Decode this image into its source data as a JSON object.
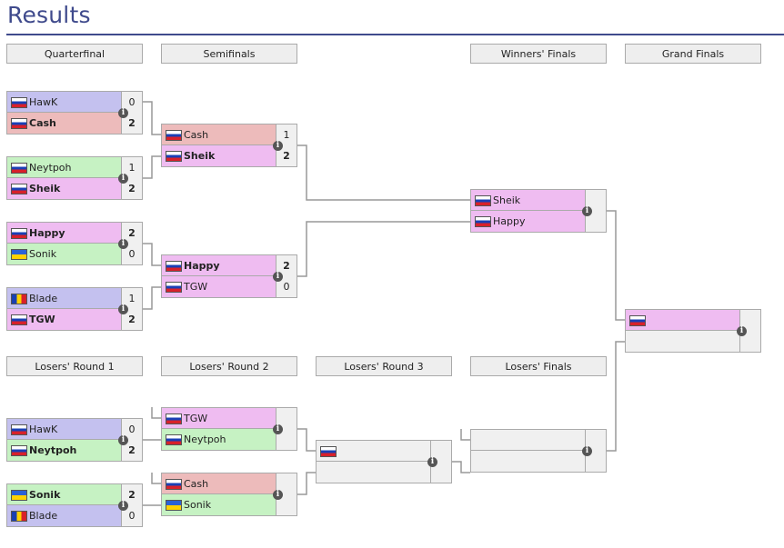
{
  "page": {
    "title": "Results"
  },
  "colors": {
    "purple": "#c4c1ef",
    "red": "#edbbbb",
    "green": "#c6f2c3",
    "pink": "#efbcf1",
    "empty": "#f0f0f0",
    "accent": "#3f4a8c"
  },
  "rounds": {
    "quarterfinal": "Quarterfinal",
    "semifinals": "Semifinals",
    "winners_finals": "Winners' Finals",
    "grand_finals": "Grand Finals",
    "losers_round_1": "Losers' Round 1",
    "losers_round_2": "Losers' Round 2",
    "losers_round_3": "Losers' Round 3",
    "losers_finals": "Losers' Finals"
  },
  "info_icon": {
    "glyph": "i",
    "icon": "info-icon"
  },
  "matches": {
    "qf1": {
      "p1": {
        "name": "HawK",
        "score": "0",
        "flag": "ru",
        "color": "purple",
        "win": false
      },
      "p2": {
        "name": "Cash",
        "score": "2",
        "flag": "ru",
        "color": "red",
        "win": true
      }
    },
    "qf2": {
      "p1": {
        "name": "Neytpoh",
        "score": "1",
        "flag": "ru",
        "color": "green",
        "win": false
      },
      "p2": {
        "name": "Sheik",
        "score": "2",
        "flag": "ru",
        "color": "pink",
        "win": true
      }
    },
    "qf3": {
      "p1": {
        "name": "Happy",
        "score": "2",
        "flag": "ru",
        "color": "pink",
        "win": true
      },
      "p2": {
        "name": "Sonik",
        "score": "0",
        "flag": "ua",
        "color": "green",
        "win": false
      }
    },
    "qf4": {
      "p1": {
        "name": "Blade",
        "score": "1",
        "flag": "md",
        "color": "purple",
        "win": false
      },
      "p2": {
        "name": "TGW",
        "score": "2",
        "flag": "ru",
        "color": "pink",
        "win": true
      }
    },
    "sf1": {
      "p1": {
        "name": "Cash",
        "score": "1",
        "flag": "ru",
        "color": "red",
        "win": false
      },
      "p2": {
        "name": "Sheik",
        "score": "2",
        "flag": "ru",
        "color": "pink",
        "win": true
      }
    },
    "sf2": {
      "p1": {
        "name": "Happy",
        "score": "2",
        "flag": "ru",
        "color": "pink",
        "win": true
      },
      "p2": {
        "name": "TGW",
        "score": "0",
        "flag": "ru",
        "color": "pink",
        "win": false
      }
    },
    "wf": {
      "p1": {
        "name": "Sheik",
        "score": "",
        "flag": "ru",
        "color": "pink",
        "win": false
      },
      "p2": {
        "name": "Happy",
        "score": "",
        "flag": "ru",
        "color": "pink",
        "win": false
      }
    },
    "gf": {
      "p1": {
        "name": "",
        "score": "",
        "flag": "ru",
        "color": "pink",
        "win": false
      },
      "p2": {
        "name": "",
        "score": "",
        "flag": "",
        "color": "empty",
        "win": false
      }
    },
    "lr1a": {
      "p1": {
        "name": "HawK",
        "score": "0",
        "flag": "ru",
        "color": "purple",
        "win": false
      },
      "p2": {
        "name": "Neytpoh",
        "score": "2",
        "flag": "ru",
        "color": "green",
        "win": true
      }
    },
    "lr1b": {
      "p1": {
        "name": "Sonik",
        "score": "2",
        "flag": "ua",
        "color": "green",
        "win": true
      },
      "p2": {
        "name": "Blade",
        "score": "0",
        "flag": "md",
        "color": "purple",
        "win": false
      }
    },
    "lr2a": {
      "p1": {
        "name": "TGW",
        "score": "",
        "flag": "ru",
        "color": "pink",
        "win": false
      },
      "p2": {
        "name": "Neytpoh",
        "score": "",
        "flag": "ru",
        "color": "green",
        "win": false
      }
    },
    "lr2b": {
      "p1": {
        "name": "Cash",
        "score": "",
        "flag": "ru",
        "color": "red",
        "win": false
      },
      "p2": {
        "name": "Sonik",
        "score": "",
        "flag": "ua",
        "color": "green",
        "win": false
      }
    },
    "lr3": {
      "p1": {
        "name": "",
        "score": "",
        "flag": "ru",
        "color": "empty",
        "win": false
      },
      "p2": {
        "name": "",
        "score": "",
        "flag": "",
        "color": "empty",
        "win": false
      }
    },
    "lf": {
      "p1": {
        "name": "",
        "score": "",
        "flag": "",
        "color": "empty",
        "win": false
      },
      "p2": {
        "name": "",
        "score": "",
        "flag": "",
        "color": "empty",
        "win": false
      }
    }
  }
}
